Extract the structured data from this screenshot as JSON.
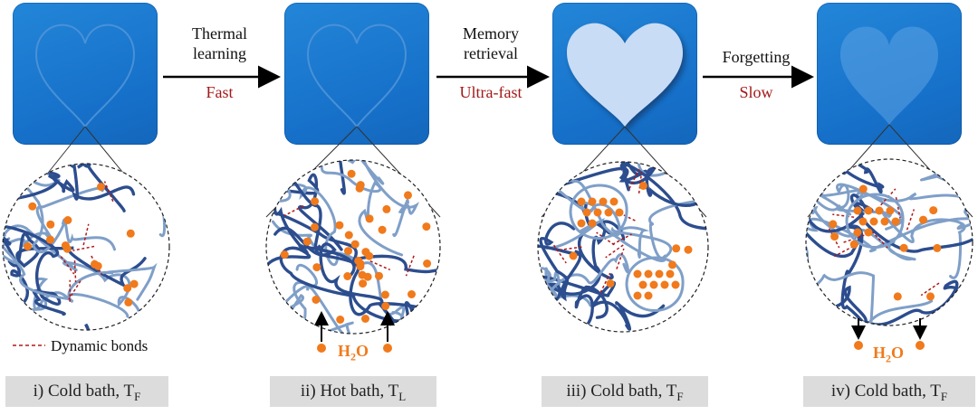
{
  "arrows": [
    {
      "line1": "Thermal",
      "line2": "learning",
      "speed": "Fast"
    },
    {
      "line1": "Memory",
      "line2": "retrieval",
      "speed": "Ultra-fast"
    },
    {
      "line1": "Forgetting",
      "line2": "",
      "speed": "Slow"
    }
  ],
  "stages": [
    {
      "caption": "i) Cold bath, T",
      "subscript": "F"
    },
    {
      "caption": "ii) Hot bath, T",
      "subscript": "L"
    },
    {
      "caption": "iii) Cold bath, T",
      "subscript": "F"
    },
    {
      "caption": "iv) Cold bath, T",
      "subscript": "F"
    }
  ],
  "legend": {
    "dynamic_bonds": "Dynamic bonds"
  },
  "water": {
    "label": "H",
    "subscript": "2",
    "label_end": "O"
  },
  "colors": {
    "tile": "#1a78d0",
    "heart_retrieved": "#c8dcf5",
    "chain_dark": "#2c4d8e",
    "chain_light": "#7f9fc8",
    "water_dot": "#f07a1c",
    "bond": "#b01818",
    "speed_text": "#a31818"
  }
}
